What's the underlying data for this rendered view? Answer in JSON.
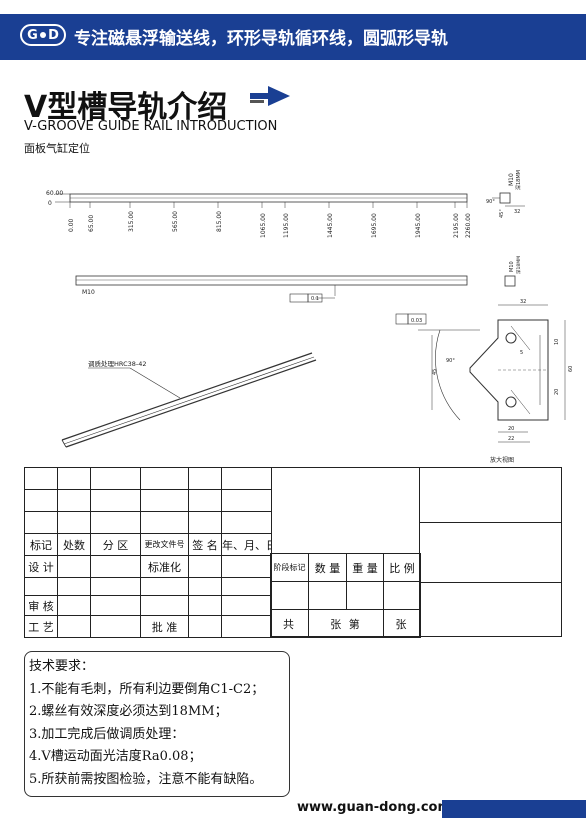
{
  "banner": {
    "logo_g": "G",
    "logo_d": "D",
    "slogan": "专注磁悬浮输送线，环形导轨循环线，圆弧形导轨"
  },
  "heading": {
    "title_cn": "V型槽导轨介绍",
    "title_en": "V-GROOVE GUIDE RAIL INTRODUCTION",
    "subtitle": "面板气缸定位"
  },
  "drawing": {
    "top_dims": [
      "60.00",
      "0",
      "0.00",
      "65.00",
      "315.00",
      "565.00",
      "815.00",
      "1065.00",
      "1195.00",
      "1445.00",
      "1695.00",
      "1945.00",
      "2195.00",
      "2260.00"
    ],
    "end_view": {
      "thread": "M10",
      "depth": "深18MM",
      "d90": "90°",
      "d45": "45°",
      "d32": "32"
    },
    "side_view": {
      "thread": "M10",
      "flatness": "0.1",
      "thread_r": "M10",
      "depth_r": "深18MM"
    },
    "iso_note": "调质处理HRC38-42",
    "section": {
      "parallel": "0.03",
      "d32": "32",
      "d90": "90°",
      "d45": "45",
      "d60": "60",
      "d5": "5",
      "d10": "10",
      "d20a": "20",
      "d20b": "20",
      "d22": "22",
      "caption": "放大视图"
    }
  },
  "title_block": {
    "mark": "标记",
    "count": "处数",
    "zone": "分 区",
    "change_doc": "更改文件号",
    "sign": "签 名",
    "date": "年、月、日",
    "design": "设 计",
    "standard": "标准化",
    "stage": "阶段标记",
    "weight_qty": "数 量",
    "weight": "重 量",
    "scale": "比 例",
    "review": "审 核",
    "craft": "工 艺",
    "approve": "批 准",
    "sheets_total": "共",
    "sheets": "张 第",
    "sheet_unit": "张"
  },
  "tech": {
    "heading": "技术要求：",
    "items": [
      "1.不能有毛刺，所有利边要倒角C1-C2；",
      "2.螺丝有效深度必须达到18MM；",
      "3.加工完成后做调质处理：",
      "4.V槽运动面光洁度Ra0.08；",
      "5.所获前需按图检验，注意不能有缺陷。"
    ]
  },
  "footer": {
    "website": "www.guan-dong.com"
  },
  "colors": {
    "banner": "#1a3f93",
    "arrow": "#1a3f93"
  }
}
